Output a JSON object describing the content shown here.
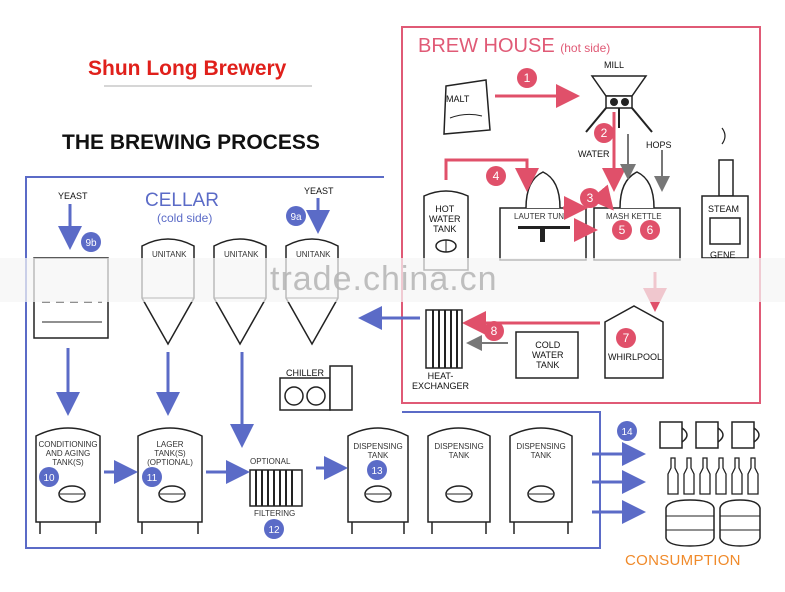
{
  "brand": "Shun Long Brewery",
  "title": "THE BREWING PROCESS",
  "brew_house": {
    "title": "BREW HOUSE",
    "subtitle": "(hot side)"
  },
  "cellar": {
    "title": "CELLAR",
    "subtitle": "(cold side)"
  },
  "labels": {
    "mill": "MILL",
    "malt": "MALT",
    "water": "WATER",
    "hops": "HOPS",
    "steam": "STEAM",
    "gene": "GENE",
    "hot_water_tank": [
      "HOT",
      "WATER",
      "TANK"
    ],
    "lauter_tun": "LAUTER TUN",
    "mash_kettle": "MASH KETTLE",
    "cold_water_tank": [
      "COLD",
      "WATER",
      "TANK"
    ],
    "whirlpool": "WHIRLPOOL",
    "heat_exchanger": [
      "HEAT-",
      "EXCHANGER"
    ],
    "chiller": "CHILLER",
    "yeast_left": "YEAST",
    "yeast_right": "YEAST",
    "unitank_1": "UNITANK",
    "unitank_2": "UNITANK",
    "unitank_3": "UNITANK",
    "conditioning": [
      "CONDITIONING",
      "AND AGING",
      "TANK(S)"
    ],
    "lager": [
      "LAGER",
      "TANK(S)",
      "(OPTIONAL)"
    ],
    "optional": "OPTIONAL",
    "filtering": "FILTERING",
    "dispensing_1": [
      "DISPENSING",
      "TANK"
    ],
    "dispensing_2": [
      "DISPENSING",
      "TANK"
    ],
    "dispensing_3": [
      "DISPENSING",
      "TANK"
    ],
    "consumption": "CONSUMPTION"
  },
  "steps": [
    "1",
    "2",
    "3",
    "4",
    "5",
    "6",
    "7",
    "8",
    "9a",
    "9b",
    "10",
    "11",
    "12",
    "13",
    "14"
  ],
  "watermark": "trade.china.cn",
  "colors": {
    "brand_red": "#e0201b",
    "step_red": "#e0506a",
    "step_blue": "#5b6bc7",
    "consumption": "#f08a2a"
  }
}
